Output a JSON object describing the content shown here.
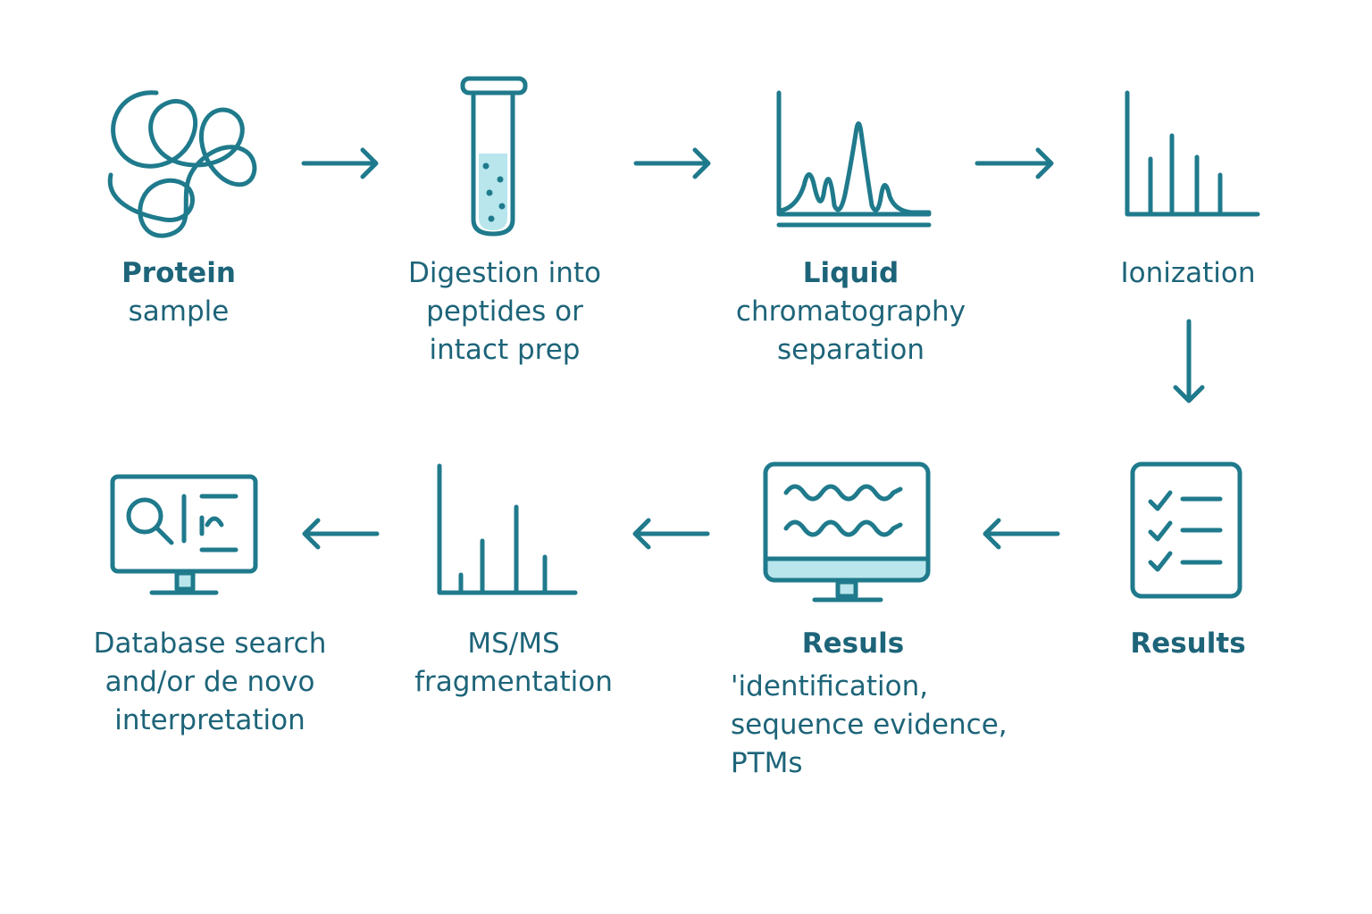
{
  "colors": {
    "stroke": "#1f7a8c",
    "fill": "#b8e6ec",
    "text": "#1d6479"
  },
  "steps": [
    {
      "icon": "protein-coil-icon",
      "lines": [
        "Protein",
        "sample"
      ]
    },
    {
      "icon": "test-tube-icon",
      "lines": [
        "Digestion into",
        "peptides or",
        "intact prep"
      ]
    },
    {
      "icon": "chromatogram-icon",
      "lines": [
        "Liquid",
        "chromatography",
        "separation"
      ]
    },
    {
      "icon": "mass-spectrum-icon",
      "lines": [
        "Ionization"
      ]
    },
    {
      "icon": "checklist-icon",
      "lines": [
        "Results"
      ]
    },
    {
      "icon": "monitor-wave-icon",
      "lines": [
        "Resuls",
        "'identification,",
        "sequence evidence,",
        "PTMs"
      ]
    },
    {
      "icon": "fragment-spectrum-icon",
      "lines": [
        "MS/MS",
        "fragmentation"
      ]
    },
    {
      "icon": "database-search-monitor-icon",
      "lines": [
        "Database search",
        "and/or de novo",
        "interpretation"
      ]
    }
  ]
}
